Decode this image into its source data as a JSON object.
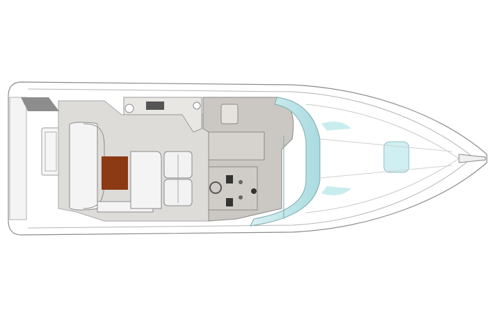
{
  "colors": {
    "background": "#ffffff",
    "hull": "#ffffff",
    "hull_outline": "#8a8a8a",
    "deck_floor": "#d8d6d3",
    "cabin_floor": "#c9c5c0",
    "seat": "#f2f2f2",
    "table": "#8b3a14",
    "glass": "#bfe6ea",
    "glass_dark": "#9fd3d9"
  },
  "icons": [
    "boat-hull",
    "helm-wheel",
    "table",
    "windshield",
    "hatch",
    "galley",
    "swim-platform"
  ]
}
